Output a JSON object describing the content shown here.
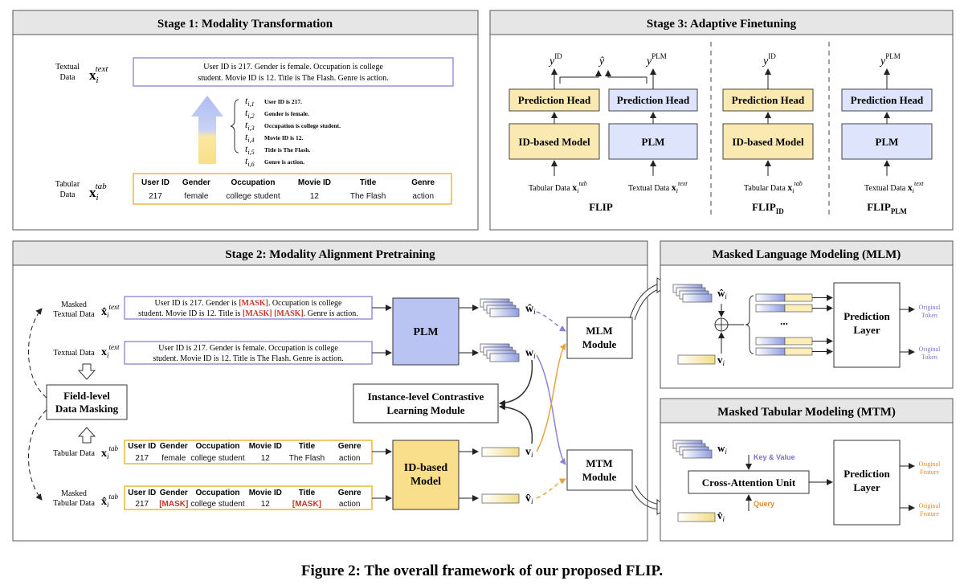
{
  "stage1": {
    "title": "Stage 1:  Modality Transformation",
    "textual_label_1": "Textual",
    "textual_label_2": "Data",
    "x_text_sub": "i",
    "x_text_sup": "text",
    "sentence_line1": "User ID is 217. Gender is female. Occupation is college",
    "sentence_line2": "student. Movie ID is 12. Title is The Flash. Genre is action.",
    "templates": [
      {
        "sub": "i,1",
        "text": "User ID is 217."
      },
      {
        "sub": "i,2",
        "text": "Gender is female."
      },
      {
        "sub": "i,3",
        "text": "Occupation is college student."
      },
      {
        "sub": "i,4",
        "text": "Movie ID is 12."
      },
      {
        "sub": "i,5",
        "text": "Title is The Flash."
      },
      {
        "sub": "i,6",
        "text": "Genre is action."
      }
    ],
    "tabular_label_1": "Tabular",
    "tabular_label_2": "Data",
    "x_tab_sup": "tab",
    "headers": [
      "User ID",
      "Gender",
      "Occupation",
      "Movie ID",
      "Title",
      "Genre"
    ],
    "values": [
      "217",
      "female",
      "college student",
      "12",
      "The Flash",
      "action"
    ]
  },
  "stage3": {
    "title": "Stage 3:  Adaptive Finetuning",
    "pred_head": "Prediction Head",
    "id_model": "ID-based Model",
    "plm": "PLM",
    "y_id_sup": "ID",
    "y_plm_sup": "PLM",
    "tabular_data": "Tabular Data",
    "textual_data": "Textual Data",
    "flip": "FLIP",
    "flip_id_sub": "ID",
    "flip_plm_sub": "PLM"
  },
  "stage2": {
    "title": "Stage 2:  Modality Alignment Pretraining",
    "masked_textual_1": "Masked",
    "masked_textual_2": "Textual Data",
    "textual_data": "Textual Data",
    "tabular_data": "Tabular Data",
    "masked_tabular_1": "Masked",
    "masked_tabular_2": "Tabular Data",
    "masked_sent_a1": "User ID is 217. Gender is ",
    "mask_token": "[MASK]",
    "masked_sent_a2": ". Occupation is college",
    "masked_sent_b1": "student. Movie ID is 12. Title is ",
    "masked_sent_b2": ". Genre is action.",
    "sentence_line1": "User ID is 217. Gender is female. Occupation is college",
    "sentence_line2": "student. Movie ID is 12. Title is The Flash. Genre is action.",
    "field_masking_1": "Field-level",
    "field_masking_2": "Data Masking",
    "plm": "PLM",
    "id_model_1": "ID-based",
    "id_model_2": "Model",
    "contrastive_1": "Instance-level Contrastive",
    "contrastive_2": "Learning Module",
    "mlm_module_1": "MLM",
    "mlm_module_2": "Module",
    "mtm_module_1": "MTM",
    "mtm_module_2": "Module",
    "headers": [
      "User ID",
      "Gender",
      "Occupation",
      "Movie ID",
      "Title",
      "Genre"
    ],
    "values": [
      "217",
      "female",
      "college student",
      "12",
      "The Flash",
      "action"
    ],
    "masked_values": [
      "217",
      "[MASK]",
      "college student",
      "12",
      "[MASK]",
      "action"
    ]
  },
  "mlm": {
    "title": "Masked Language Modeling (MLM)",
    "prediction_1": "Prediction",
    "prediction_2": "Layer",
    "ellipsis": "...",
    "original_1": "Original",
    "original_2": "Token"
  },
  "mtm": {
    "title": "Masked Tabular Modeling (MTM)",
    "key_value": "Key & Value",
    "cross_attention": "Cross-Attention Unit",
    "query": "Query",
    "prediction_1": "Prediction",
    "prediction_2": "Layer",
    "original_1": "Original",
    "original_2": "Feature"
  },
  "caption": "Figure 2: The overall framework of our proposed FLIP.",
  "colors": {
    "purple": "#8b82d6",
    "orange": "#e8a33a",
    "id_fill": "#fbe9b2",
    "plm_fill": "#dde4fb",
    "panel_header": "#e6e6e6",
    "mask_red": "#c0392b"
  }
}
